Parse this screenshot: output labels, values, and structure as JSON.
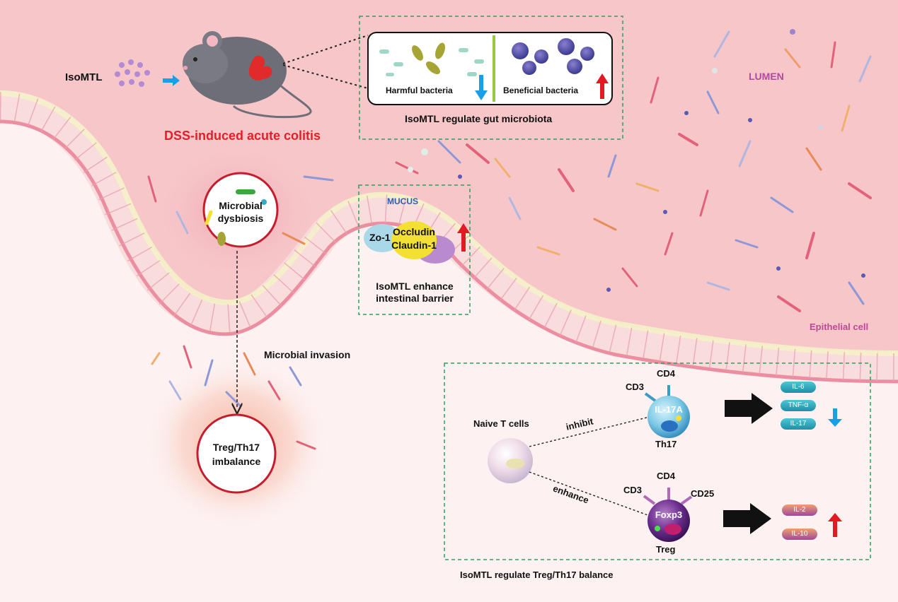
{
  "treatment": "IsoMTL",
  "model": "DSS-induced acute colitis",
  "microbiota": {
    "harmful": "Harmful bacteria",
    "beneficial": "Beneficial bacteria",
    "caption": "IsoMTL regulate gut microbiota"
  },
  "lumen": "LUMEN",
  "mucus": "MUCUS",
  "barrier": {
    "zo1": "Zo-1",
    "occludin": "Occludin",
    "claudin": "Claudin-1",
    "caption_line1": "IsoMTL enhance",
    "caption_line2": "intestinal barrier"
  },
  "epithelial": "Epithelial cell",
  "dysbiosis": {
    "line1": "Microbial",
    "line2": "dysbiosis"
  },
  "invasion": "Microbial invasion",
  "imbalance": {
    "line1": "Treg/Th17",
    "line2": "imbalance"
  },
  "tcell": {
    "naive": "Naive T cells",
    "inhibit": "inhibit",
    "enhance": "enhance",
    "th17": {
      "cd3": "CD3",
      "cd4": "CD4",
      "core": "IL-17A",
      "name": "Th17"
    },
    "treg": {
      "cd3": "CD3",
      "cd4": "CD4",
      "cd25": "CD25",
      "core": "Foxp3",
      "name": "Treg"
    },
    "th17_cytokines": [
      "IL-6",
      "TNF-α",
      "IL-17"
    ],
    "treg_cytokines": [
      "IL-2",
      "IL-10"
    ],
    "caption": "IsoMTL regulate Treg/Th17 balance"
  },
  "colors": {
    "red_label": "#e0202a",
    "lumen_label": "#b04aa0",
    "mucus_label": "#2b5fb0",
    "epithelial_label": "#c0469a",
    "dash_box": "#2e9e60",
    "down_arrow": "#1a9ee8",
    "up_arrow": "#e01b24"
  }
}
